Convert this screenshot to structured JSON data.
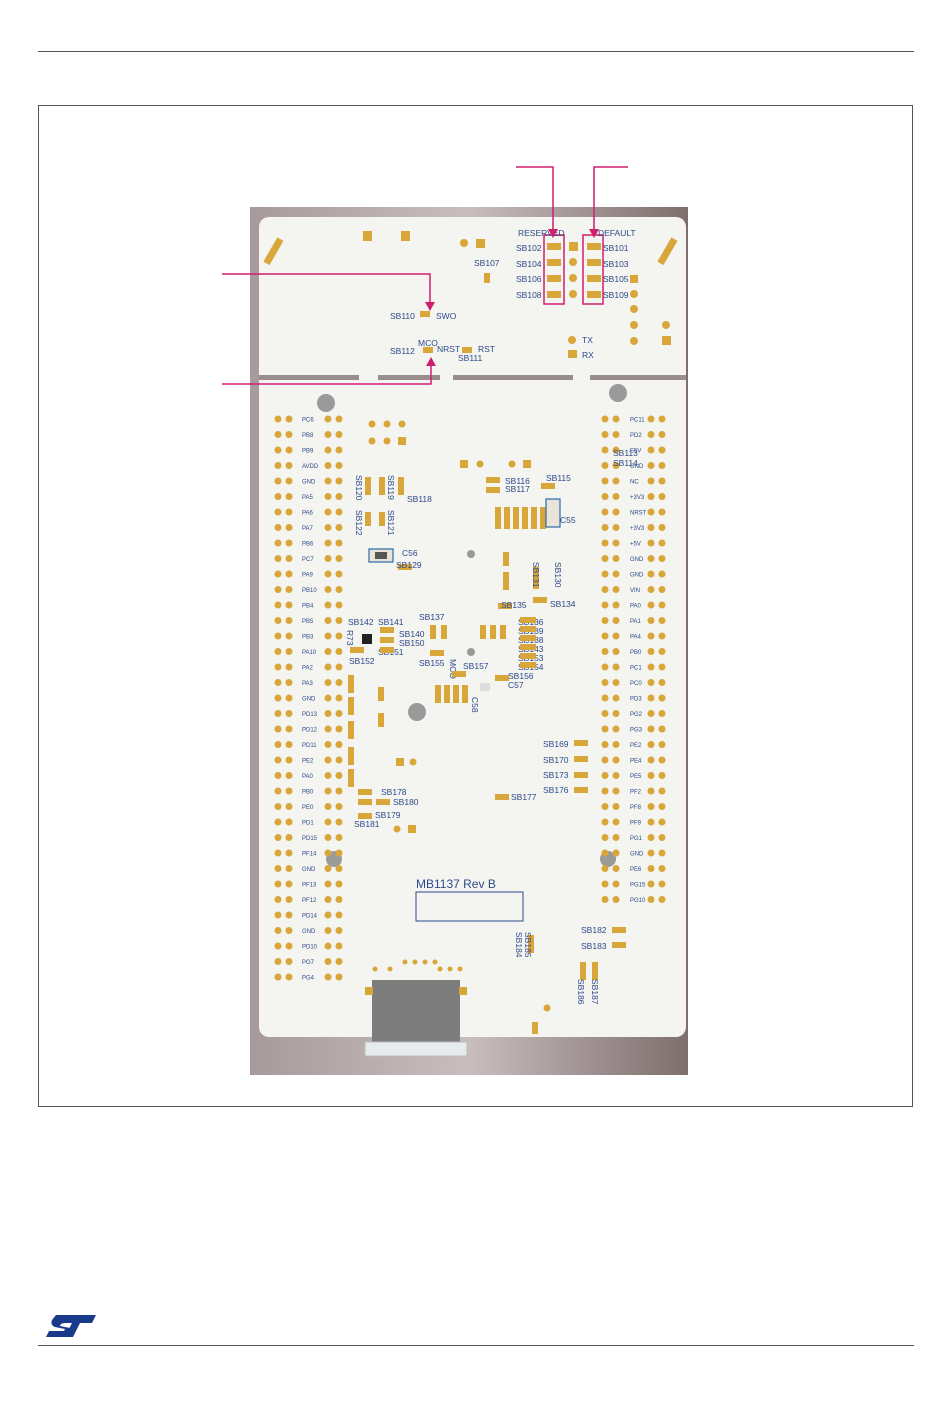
{
  "board": {
    "upper_labels": {
      "reserved": "RESERVED",
      "default": "DEFAULT",
      "sb101": "SB101",
      "sb102": "SB102",
      "sb103": "SB103",
      "sb104": "SB104",
      "sb105": "SB105",
      "sb106": "SB106",
      "sb107": "SB107",
      "sb108": "SB108",
      "sb109": "SB109",
      "sb110": "SB110",
      "sb111": "SB111",
      "sb112": "SB112",
      "swo": "SWO",
      "mco": "MCO",
      "nrst": "NRST",
      "rst": "RST",
      "tx": "TX",
      "rx": "RX"
    },
    "mid_labels": {
      "sb113": "SB113",
      "sb114": "SB114",
      "sb115": "SB115",
      "sb116": "SB116",
      "sb117": "SB117",
      "sb118": "SB118",
      "sb119": "SB119",
      "sb120": "SB120",
      "sb121": "SB121",
      "sb122": "SB122",
      "sb129": "SB129",
      "c55": "C55",
      "c56": "C56",
      "sb130": "SB130",
      "sb131": "SB131",
      "sb134": "SB134",
      "sb135": "SB135",
      "sb137": "SB137",
      "sb140": "SB140",
      "sb141": "SB141",
      "sb142": "SB142",
      "sb150": "SB150",
      "sb151": "SB151",
      "sb152": "SB152",
      "sb155": "SB155",
      "sb156": "SB156",
      "sb157": "SB157",
      "c57": "C57",
      "c58": "C58",
      "r73": "R73",
      "sb136": "SB136",
      "sb139": "SB139",
      "sb138": "SB138",
      "sb143": "SB143",
      "sb153": "SB153",
      "sb154": "SB154",
      "mco2": "MCO"
    },
    "lower_labels": {
      "sb169": "SB169",
      "sb170": "SB170",
      "sb173": "SB173",
      "sb176": "SB176",
      "sb177": "SB177",
      "sb178": "SB178",
      "sb179": "SB179",
      "sb180": "SB180",
      "sb181": "SB181",
      "sb182": "SB182",
      "sb183": "SB183",
      "sb184": "SB184",
      "sb185": "SB185",
      "sb186": "SB186",
      "sb187": "SB187",
      "rev": "MB1137  Rev B"
    },
    "left_pins": [
      "PC6",
      "PB8",
      "PB9",
      "AVDD",
      "GND",
      "PA5",
      "PA6",
      "PA7",
      "PB6",
      "PC7",
      "PA9",
      "PB10",
      "PB4",
      "PB5",
      "PB3",
      "PA10",
      "PA2",
      "PA3",
      "GND",
      "PD13",
      "PD12",
      "PD11",
      "PE2",
      "PA0",
      "PB0",
      "PE0",
      "PD1",
      "PD15",
      "PF14",
      "GND",
      "PF13",
      "PF12",
      "PD14",
      "GND",
      "PD10",
      "PG7",
      "PG4"
    ],
    "right_pins": [
      "PC11",
      "PD2",
      "E5V",
      "GND",
      "NC",
      "+3V3",
      "NRST",
      "+3V3",
      "+5V",
      "GND",
      "GND",
      "VIN",
      "PA0",
      "PA1",
      "PA4",
      "PB0",
      "PC1",
      "PC0",
      "PD3",
      "PG2",
      "PG3",
      "PE2",
      "PE4",
      "PE5",
      "PF2",
      "PF8",
      "PF9",
      "PG1",
      "GND",
      "PE6",
      "PG15",
      "PG10"
    ]
  },
  "colors": {
    "accent_arrow": "#d01f6e",
    "pad_gold": "#d9a63a",
    "board_white": "#f4f4f1",
    "board_edge": "#8a7b7b",
    "silkscreen_blue": "#2d4a8a",
    "st_logo_blue": "#1a3a8c"
  },
  "logo": {
    "name": "st-logo-icon"
  }
}
